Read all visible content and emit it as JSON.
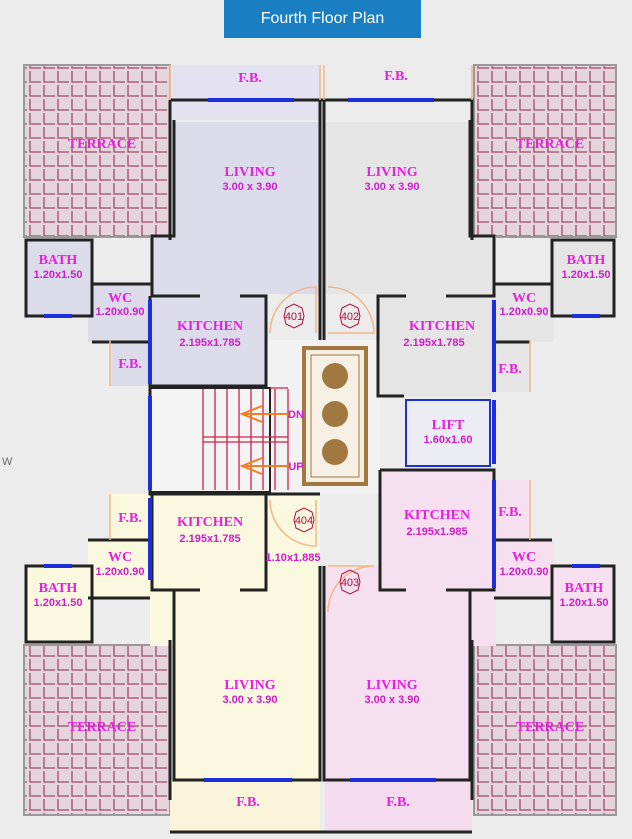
{
  "title": "Fourth Floor Plan",
  "side_text": "W",
  "colors": {
    "banner": "#1a7fc2",
    "label": "#e81ee0",
    "wall": "#222222",
    "window": "#1d2fd8",
    "terrace": "#e6d4dc",
    "unit_401": "#dcdbea",
    "unit_402": "#e5e5e5",
    "unit_403": "#f6e0f0",
    "unit_404": "#fbf8e0"
  },
  "rooms": {
    "fb": "F.B.",
    "terrace": "TERRACE",
    "living": {
      "name": "LIVING",
      "dim": "3.00 x 3.90"
    },
    "bath": {
      "name": "BATH",
      "dim": "1.20x1.50"
    },
    "wc": {
      "name": "WC",
      "dim": "1.20x0.90"
    },
    "kitchen": {
      "name": "KITCHEN",
      "dim": "2.195x1.785"
    },
    "kitchen_403": {
      "name": "KITCHEN",
      "dim": "2.195x1.985"
    },
    "lift": {
      "name": "LIFT",
      "dim": "1.60x1.60"
    },
    "passage_404_dim": "1.10x1.885"
  },
  "units": [
    "401",
    "402",
    "403",
    "404"
  ],
  "stairs": {
    "down": "DN",
    "up": "UP"
  }
}
